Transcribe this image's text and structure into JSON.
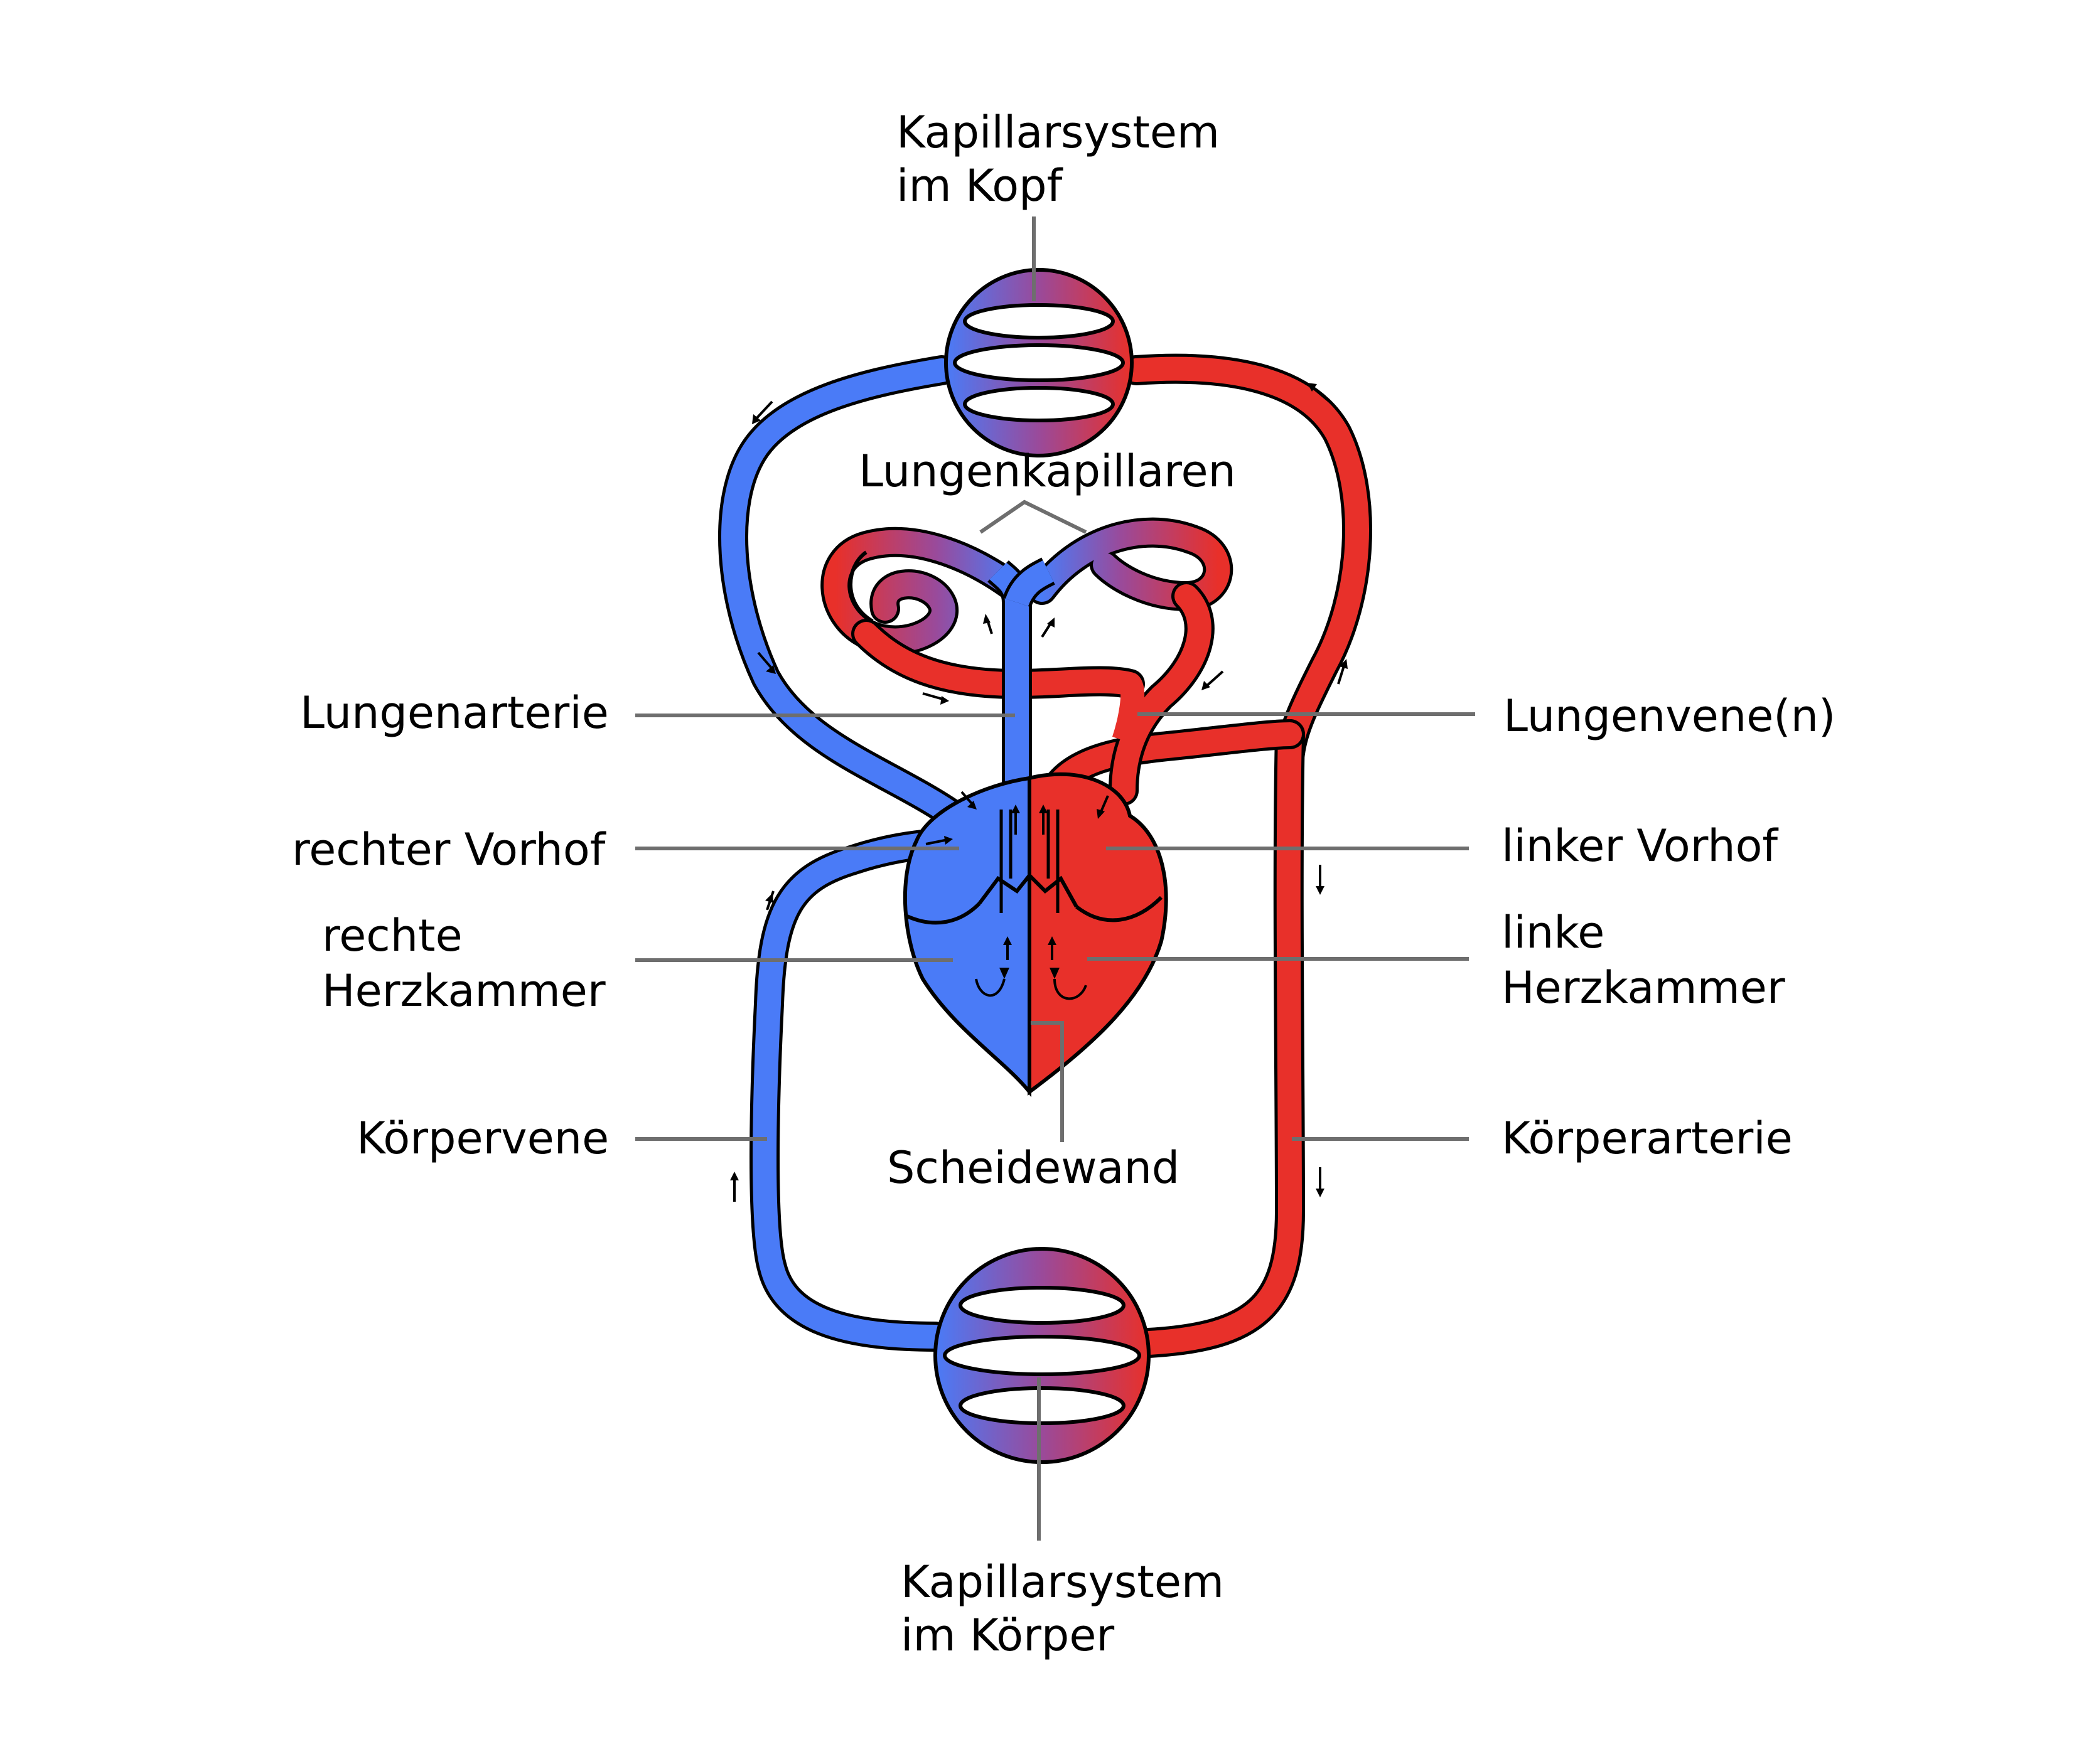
{
  "labels": {
    "kapillar_kopf": [
      "Kapillarsystem",
      "im Kopf"
    ],
    "lungenkapillaren": "Lungenkapillaren",
    "lungenarterie": "Lungenarterie",
    "lungenvenen": "Lungenvene(n)",
    "rechter_vorhof": "rechter Vorhof",
    "linker_vorhof": "linker Vorhof",
    "rechte_herzkammer": [
      "rechte",
      "Herzkammer"
    ],
    "linke_herzkammer": [
      "linke",
      "Herzkammer"
    ],
    "koerpervene": "Körpervene",
    "koerperarterie": "Körperarterie",
    "scheidewand": "Scheidewand",
    "kapillar_koerper": [
      "Kapillarsystem",
      "im Körper"
    ]
  },
  "colors": {
    "venous_blue": "#4a7bf7",
    "arterial_red": "#e8302a",
    "capillary_purple": "#9a4a9a",
    "leader_gray": "#6e6e6e",
    "outline": "#000000"
  }
}
